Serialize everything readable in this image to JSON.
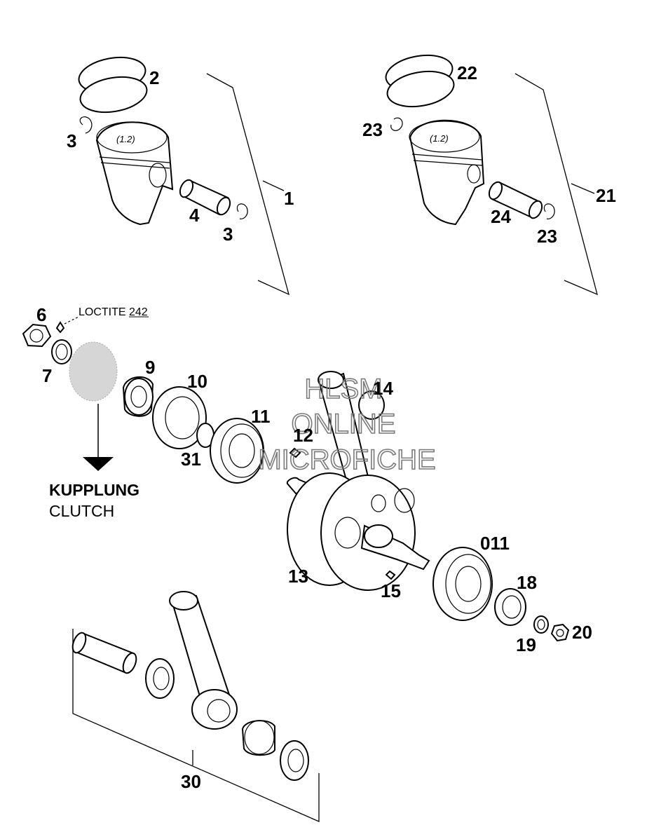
{
  "callouts": {
    "c1": "1",
    "c2": "2",
    "c3a": "3",
    "c3b": "3",
    "c4": "4",
    "c6": "6",
    "c7": "7",
    "c9": "9",
    "c10": "10",
    "c11": "11",
    "c12": "12",
    "c13": "13",
    "c14": "14",
    "c15": "15",
    "c011": "011",
    "c18": "18",
    "c19": "19",
    "c20": "20",
    "c21": "21",
    "c22": "22",
    "c23a": "23",
    "c23b": "23",
    "c24": "24",
    "c30": "30",
    "c31": "31"
  },
  "piston_marking_left": "(1.2)",
  "piston_marking_right": "(1.2)",
  "loctite_note": "LOCTITE 242",
  "clutch_ref": {
    "de": "KUPPLUNG",
    "en": "CLUTCH"
  },
  "watermark": {
    "line1": "HLSM",
    "line2": "ONLINE",
    "line3": "MICROFICHE"
  }
}
